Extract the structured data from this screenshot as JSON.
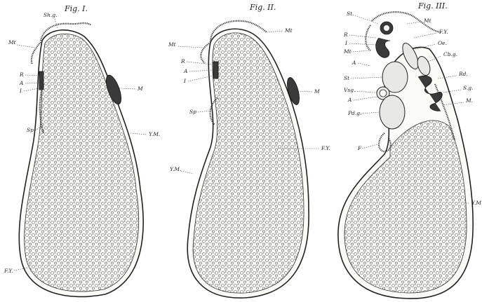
{
  "figures": [
    {
      "title": "Fig. I.",
      "labels": [
        "Sh.g.",
        "Mt",
        "R",
        "A",
        "I",
        "M",
        "Sp",
        "Y.M.",
        "F.Y."
      ]
    },
    {
      "title": "Fig. II.",
      "labels": [
        "Mt",
        "Mt",
        "R",
        "A",
        "I",
        "M",
        "Sp",
        "F.Y.",
        "Y.M."
      ]
    },
    {
      "title": "Fig. III.",
      "labels": [
        "St.",
        "Mt",
        "R",
        "I",
        "Mt",
        "F.Y.",
        "Oe.",
        "Cb.g.",
        "A",
        "St",
        "Rd.",
        "Vsg.",
        "S.g.",
        "A",
        "M.",
        "Pd.g.",
        "F",
        "Y.M."
      ]
    }
  ]
}
